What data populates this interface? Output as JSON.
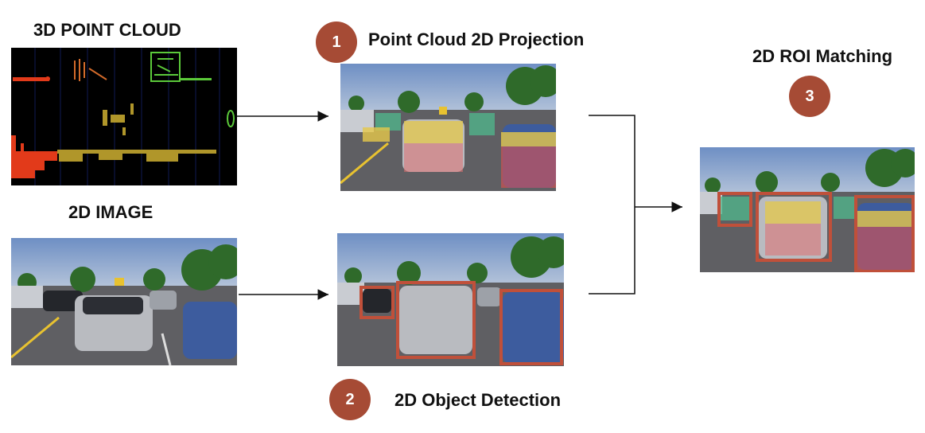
{
  "inputs": {
    "point_cloud_title": "3D POINT CLOUD",
    "image_title": "2D IMAGE"
  },
  "steps": [
    {
      "number": "1",
      "title": "Point Cloud 2D Projection"
    },
    {
      "number": "2",
      "title": "2D Object Detection"
    },
    {
      "number": "3",
      "title": "2D ROI Matching"
    }
  ],
  "colors": {
    "badge": "#a64b35",
    "detection_box": "#c0503a",
    "projection_yellow": "#e6c84a",
    "projection_green": "#4fb88c",
    "projection_red": "#e05050",
    "lidar_red": "#e23a1a",
    "lidar_orange": "#d26a2a",
    "lidar_olive": "#b0962a",
    "lidar_green": "#5bc93a",
    "lidar_background": "#000000"
  },
  "icons": {
    "arrow": "arrow-right-icon"
  }
}
